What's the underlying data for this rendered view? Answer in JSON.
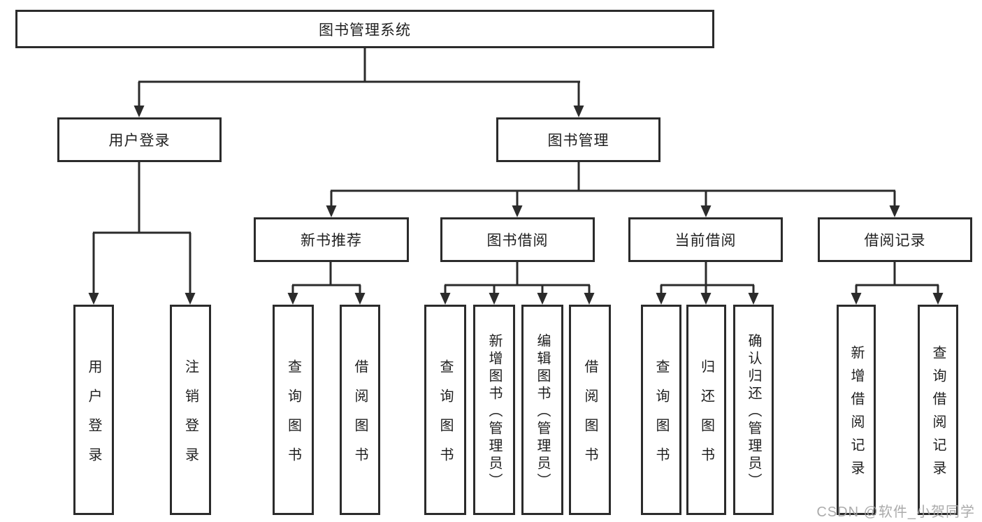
{
  "diagram": {
    "title": "图书管理系统",
    "level2": {
      "user_login": "用户登录",
      "book_management": "图书管理"
    },
    "level3": {
      "new_book_recommend": "新书推荐",
      "book_borrowing": "图书借阅",
      "current_borrowing": "当前借阅",
      "borrowing_records": "借阅记录"
    },
    "leaves": {
      "user_login": "用户登录",
      "logout": "注销登录",
      "rec_query_book": "查询图书",
      "rec_borrow_book": "借阅图书",
      "bb_query_book": "查询图书",
      "bb_add_book": "新增图书（管理员）",
      "bb_edit_book": "编辑图书（管理员）",
      "bb_borrow_book": "借阅图书",
      "cb_query_book": "查询图书",
      "cb_return_book": "归还图书",
      "cb_confirm_return": "确认归还（管理员）",
      "br_add_record": "新增借阅记录",
      "br_query_record": "查询借阅记录"
    }
  },
  "watermark": "CSDN @软件_小贺同学",
  "colors": {
    "line": "#2b2b2b",
    "text": "#1f1f1f",
    "watermark": "#a3a3a3",
    "background": "#ffffff"
  }
}
